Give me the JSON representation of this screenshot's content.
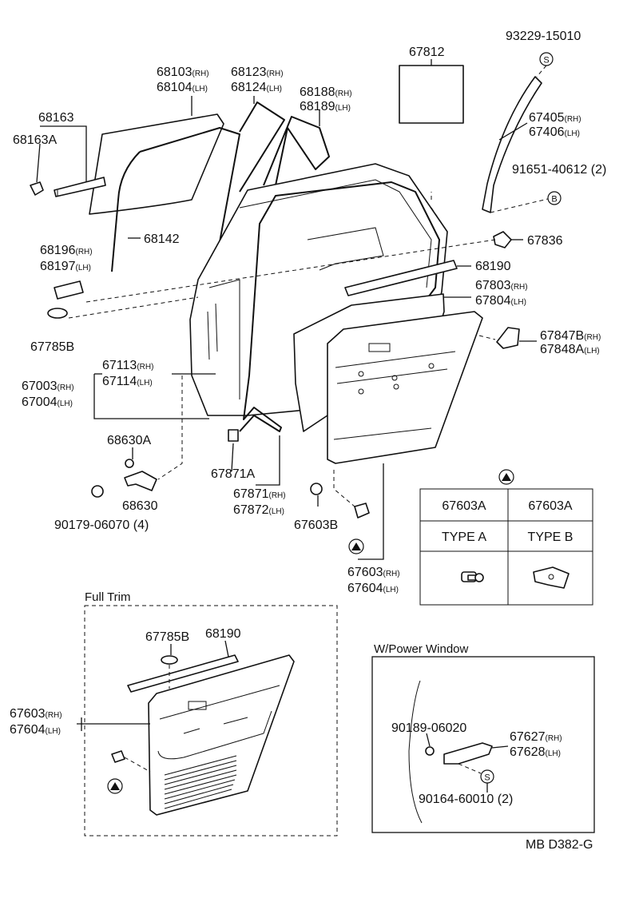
{
  "diagram_code": "MB D382-G",
  "labels": [
    {
      "text": "93229-15010",
      "suffix": ""
    },
    {
      "text": "67812",
      "suffix": ""
    },
    {
      "text": "68103",
      "suffix": "(RH)"
    },
    {
      "text": "68104",
      "suffix": "(LH)"
    },
    {
      "text": "68123",
      "suffix": "(RH)"
    },
    {
      "text": "68124",
      "suffix": "(LH)"
    },
    {
      "text": "68188",
      "suffix": "(RH)"
    },
    {
      "text": "68189",
      "suffix": "(LH)"
    },
    {
      "text": "68163",
      "suffix": ""
    },
    {
      "text": "68163A",
      "suffix": ""
    },
    {
      "text": "67405",
      "suffix": "(RH)"
    },
    {
      "text": "67406",
      "suffix": "(LH)"
    },
    {
      "text": "91651-40612 (2)",
      "suffix": ""
    },
    {
      "text": "68196",
      "suffix": "(RH)"
    },
    {
      "text": "68197",
      "suffix": "(LH)"
    },
    {
      "text": "68142",
      "suffix": ""
    },
    {
      "text": "67836",
      "suffix": ""
    },
    {
      "text": "68190",
      "suffix": ""
    },
    {
      "text": "67803",
      "suffix": "(RH)"
    },
    {
      "text": "67804",
      "suffix": "(LH)"
    },
    {
      "text": "67785B",
      "suffix": ""
    },
    {
      "text": "67847B",
      "suffix": "(RH)"
    },
    {
      "text": "67848A",
      "suffix": "(LH)"
    },
    {
      "text": "67113",
      "suffix": "(RH)"
    },
    {
      "text": "67114",
      "suffix": "(LH)"
    },
    {
      "text": "67003",
      "suffix": "(RH)"
    },
    {
      "text": "67004",
      "suffix": "(LH)"
    },
    {
      "text": "68630A",
      "suffix": ""
    },
    {
      "text": "68630",
      "suffix": ""
    },
    {
      "text": "90179-06070 (4)",
      "suffix": ""
    },
    {
      "text": "67871A",
      "suffix": ""
    },
    {
      "text": "67871",
      "suffix": "(RH)"
    },
    {
      "text": "67872",
      "suffix": "(LH)"
    },
    {
      "text": "67603B",
      "suffix": ""
    },
    {
      "text": "67603",
      "suffix": "(RH)"
    },
    {
      "text": "67604",
      "suffix": "(LH)"
    }
  ],
  "table": {
    "row1": [
      "67603A",
      "67603A"
    ],
    "row2": [
      "TYPE A",
      "TYPE B"
    ]
  },
  "symbols": {
    "s": "S",
    "b": "B"
  },
  "full_trim": {
    "title": "Full Trim",
    "labels": [
      {
        "text": "67785B",
        "suffix": ""
      },
      {
        "text": "68190",
        "suffix": ""
      },
      {
        "text": "67603",
        "suffix": "(RH)"
      },
      {
        "text": "67604",
        "suffix": "(LH)"
      }
    ]
  },
  "power_window": {
    "title": "W/Power Window",
    "labels": [
      {
        "text": "90189-06020",
        "suffix": ""
      },
      {
        "text": "67627",
        "suffix": "(RH)"
      },
      {
        "text": "67628",
        "suffix": "(LH)"
      },
      {
        "text": "90164-60010 (2)",
        "suffix": ""
      }
    ]
  }
}
